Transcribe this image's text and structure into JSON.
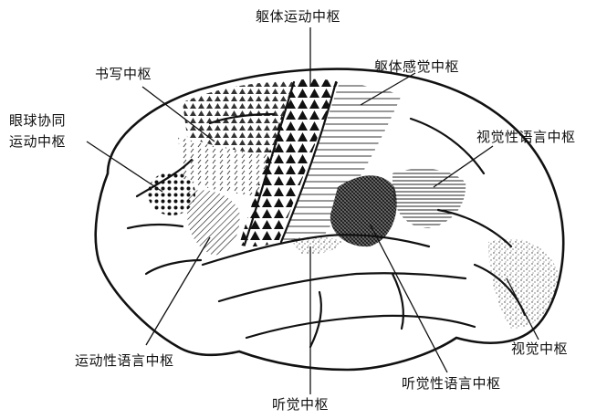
{
  "diagram": {
    "labels": {
      "somatomotor": "躯体运动中枢",
      "writing": "书写中枢",
      "somatosensory": "躯体感觉中枢",
      "eye_line1": "眼球协同",
      "eye_line2": "运动中枢",
      "visual_language": "视觉性语言中枢",
      "motor_language": "运动性语言中枢",
      "visual": "视觉中枢",
      "auditory_language": "听觉性语言中枢",
      "auditory": "听觉中枢"
    },
    "colors": {
      "ink": "#111111",
      "background": "#ffffff"
    }
  }
}
